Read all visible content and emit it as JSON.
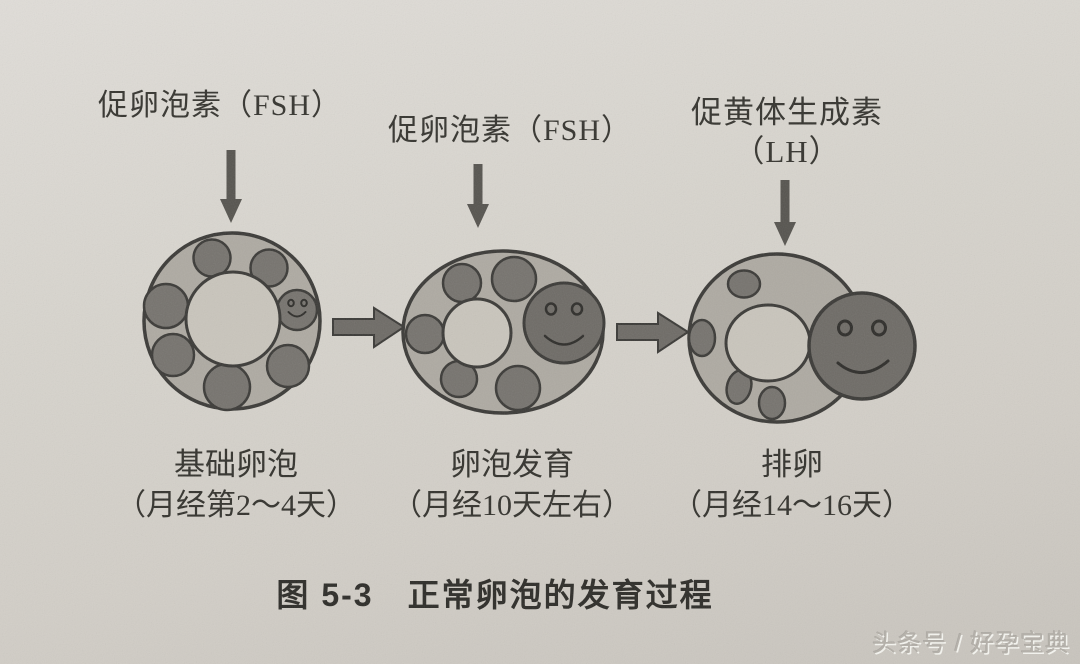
{
  "figure": {
    "hormone_labels": [
      {
        "text": "促卵泡素（FSH）"
      },
      {
        "text": "促卵泡素（FSH）"
      },
      {
        "line1": "促黄体生成素",
        "line2": "（LH）"
      }
    ],
    "stages": [
      {
        "name": "基础卵泡",
        "timing": "（月经第2～4天）"
      },
      {
        "name": "卵泡发育",
        "timing": "（月经10天左右）"
      },
      {
        "name": "排卵",
        "timing": "（月经14～16天）"
      }
    ],
    "caption": "图 5-3　正常卵泡的发育过程"
  },
  "watermark": {
    "text": "头条号 / 好孕宝典"
  },
  "colors": {
    "paper": "#d6d2cb",
    "outline": "#3b3a37",
    "follicle_body": "#aeaaa2",
    "oocyte": "#c9c5bc",
    "cell": "#76736e",
    "egg": "#6e6b66",
    "arrow_down": "#56544f",
    "arrow_right": "#6e6b66",
    "text": "#34332e",
    "watermark": "#b4b0a9"
  }
}
